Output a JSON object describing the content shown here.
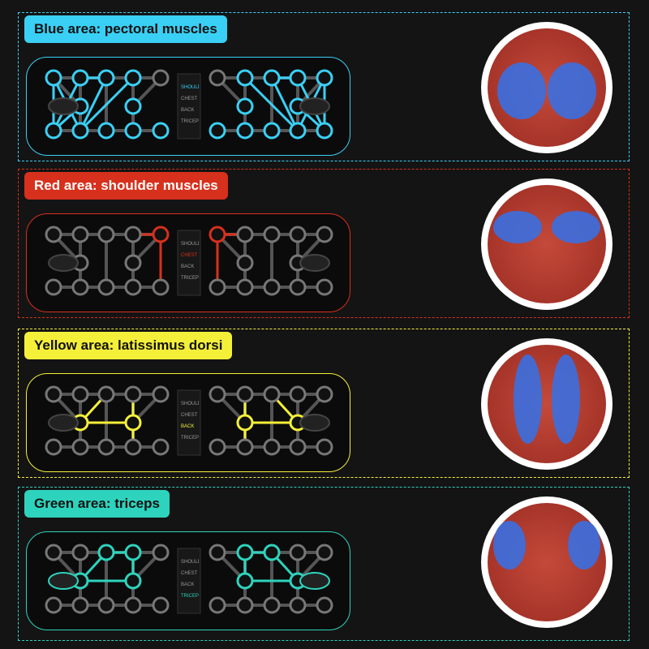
{
  "sections": [
    {
      "label": "Blue area: pectoral muscles",
      "color": "#3ad0f5",
      "text_color": "#111",
      "muscle": "pectoral muscles"
    },
    {
      "label": "Red area: shoulder muscles",
      "color": "#d7301c",
      "text_color": "#fff",
      "muscle": "shoulder muscles"
    },
    {
      "label": "Yellow area: latissimus dorsi",
      "color": "#f4f03a",
      "text_color": "#111",
      "muscle": "latissimus dorsi"
    },
    {
      "label": "Green area: triceps",
      "color": "#2ed3bd",
      "text_color": "#111",
      "muscle": "triceps"
    }
  ],
  "board_legend": [
    "SHOULDER",
    "CHEST",
    "BACK",
    "TRICEPS"
  ]
}
